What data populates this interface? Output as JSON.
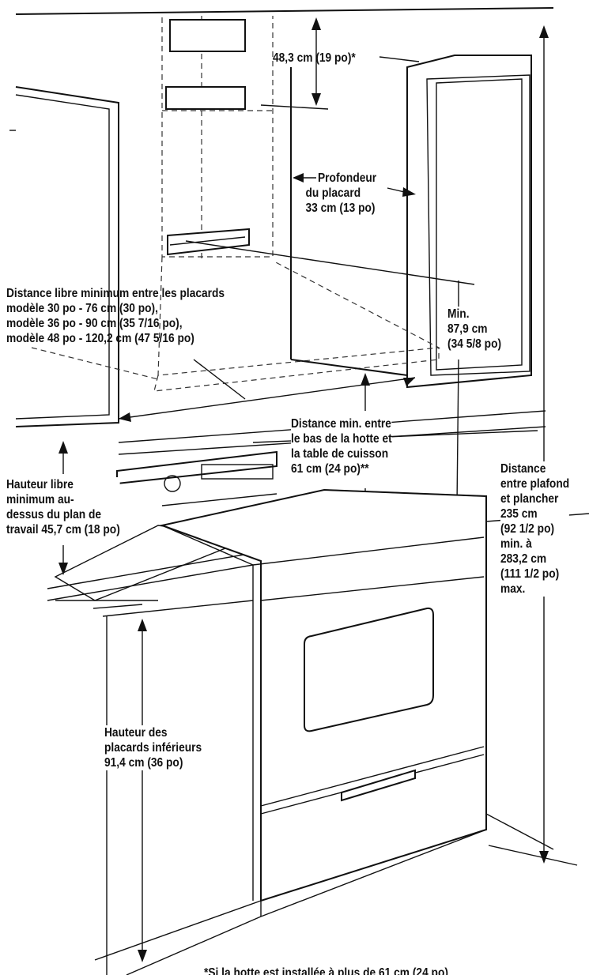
{
  "labels": {
    "hood_gap": "48,3 cm (19 po)*",
    "depth": [
      "Profondeur",
      "du placard",
      "33 cm (13 po)"
    ],
    "clearance": [
      "Distance libre minimum entre les placards",
      "modèle 30 po - 76 cm (30 po),",
      "modèle 36 po - 90 cm (35 7/16 po),",
      "modèle 48 po - 120,2 cm (47 5/16 po)"
    ],
    "min_height": [
      "Min.",
      "87,9 cm",
      "(34 5/8 po)"
    ],
    "hood_to_cooktop": [
      "Distance min. entre",
      "le bas de la hotte et",
      "la table de cuisson",
      "61 cm (24 po)**"
    ],
    "counter_clearance": [
      "Hauteur libre",
      "minimum au-",
      "dessus du plan de",
      "travail 45,7 cm (18 po)"
    ],
    "ceiling_floor": [
      "Distance",
      "entre plafond",
      "et plancher",
      "235 cm",
      "(92 1/2 po)",
      "min. à",
      "283,2 cm",
      "(111 1/2 po)",
      "max."
    ],
    "base_cabinets": [
      "Hauteur des",
      "placards inférieurs",
      "91,4 cm (36 po)"
    ],
    "footnote": "*Si la hotte est installée à plus de 61 cm (24 po)"
  }
}
